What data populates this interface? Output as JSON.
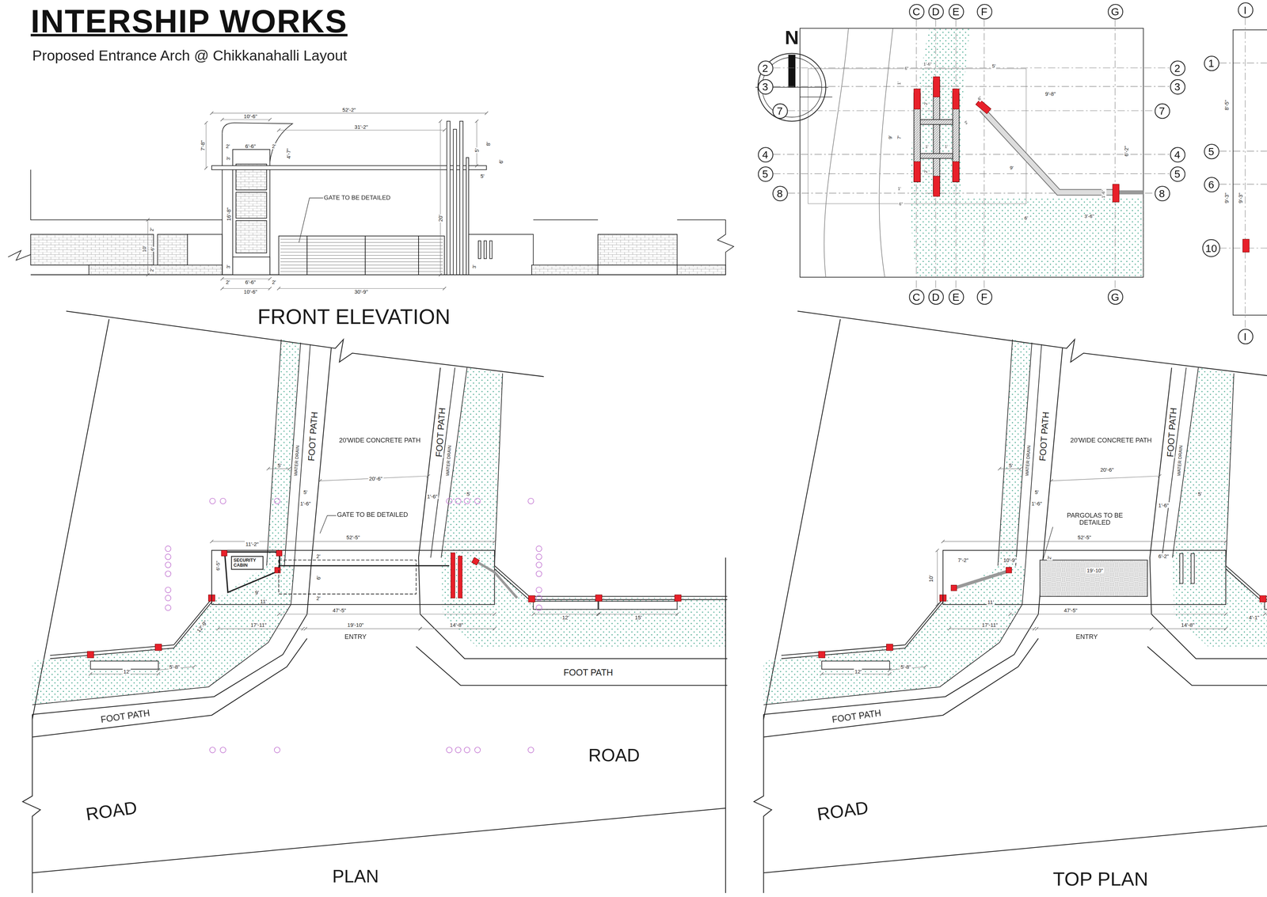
{
  "diagram": {
    "title": "INTERSHIP WORKS",
    "caption": "Proposed Entrance Arch @ Chikkanahalli Layout",
    "nodes": [
      {
        "text": [
          "C"
        ]
      },
      {
        "text": [
          "D"
        ]
      },
      {
        "text": [
          "E"
        ]
      },
      {
        "text": [
          "F"
        ]
      },
      {
        "text": [
          "G"
        ]
      },
      {
        "text": [
          "I"
        ]
      },
      {
        "text": [
          "1"
        ]
      },
      {
        "text": [
          "2"
        ]
      },
      {
        "text": [
          "2"
        ]
      },
      {
        "text": [
          "3"
        ]
      },
      {
        "text": [
          "3"
        ]
      },
      {
        "text": [
          "7"
        ]
      },
      {
        "text": [
          "7"
        ]
      },
      {
        "text": [
          "5"
        ]
      },
      {
        "text": [
          "4"
        ]
      },
      {
        "text": [
          "4"
        ]
      },
      {
        "text": [
          "5"
        ]
      },
      {
        "text": [
          "5"
        ]
      },
      {
        "text": [
          "6"
        ]
      },
      {
        "text": [
          "8"
        ]
      },
      {
        "text": [
          "8"
        ]
      },
      {
        "text": [
          "10"
        ]
      },
      {
        "text": [
          "C"
        ]
      },
      {
        "text": [
          "D"
        ]
      },
      {
        "text": [
          "E"
        ]
      },
      {
        "text": [
          "F"
        ]
      },
      {
        "text": [
          "G"
        ]
      },
      {
        "text": [
          "I"
        ]
      },
      {
        "text": [
          "SECURITY CABIN"
        ]
      }
    ],
    "labels": [
      "10'-6\"",
      "52'-2\"",
      "31'-2\"",
      "7'-8\"",
      "2'",
      "6'-6\"",
      "2'",
      "4'-7\"",
      "3'",
      "GATE TO BE DETAILED",
      "20'",
      "5'",
      "8'",
      "5'",
      "6'",
      "16'-8\"",
      "2'",
      "10'",
      "6'",
      "2'",
      "3'",
      "3'",
      "2'",
      "6'-6\"",
      "2'",
      "10'-6\"",
      "30'-9\"",
      "FRONT ELEVATION",
      "WATER DRAIN",
      "FOOT PATH",
      "20'WIDE CONCRETE PATH",
      "FOOT PATH",
      "WATER DRAIN",
      "5'",
      "5'",
      "1'-6\"",
      "20'-6\"",
      "1'-6\"",
      "5'",
      "GATE TO BE DETAILED",
      "52'-5\"",
      "11'-2\"",
      "6'-5\"",
      "9'",
      "11'",
      "2'",
      "6'",
      "2'",
      "12'-9\"",
      "17'-11\"",
      "47'-5\"",
      "19'-10\"",
      "14'-8\"",
      "ENTRY",
      "12'",
      "15'",
      "12'",
      "5'-8\"",
      "FOOT PATH",
      "FOOT PATH",
      "ROAD",
      "ROAD",
      "PLAN",
      "WATER DRAIN",
      "FOOT PATH",
      "20'WIDE CONCRETE PATH",
      "FOOT PATH",
      "WATER DRAIN",
      "5'",
      "5'",
      "1'-6\"",
      "20'-6\"",
      "1'-6\"",
      "5'",
      "PARGOLAS TO BE DETAILED",
      "52'-5\"",
      "7'-2\"",
      "10'-9\"",
      "6'-2\"",
      "19'-10\"",
      "10'",
      "2'",
      "11'",
      "17'-11\"",
      "47'-5\"",
      "14'-8\"",
      "4'-1\"",
      "ENTRY",
      "12'",
      "5'-8\"",
      "FOOT PATH",
      "ROAD",
      "TOP PLAN",
      "N",
      "6\"",
      "1'-6\"",
      "1'",
      "2'",
      "5'",
      "9'-8\"",
      "6\"",
      "2'",
      "9'",
      "7'",
      "1'",
      "1'",
      "2'",
      "9'",
      "6'-2\"",
      "1'",
      "6\"",
      "6'",
      "3'-6\"",
      "1'-6\"",
      "8'-5\"",
      "9'-3\"",
      "9'-3\""
    ]
  }
}
